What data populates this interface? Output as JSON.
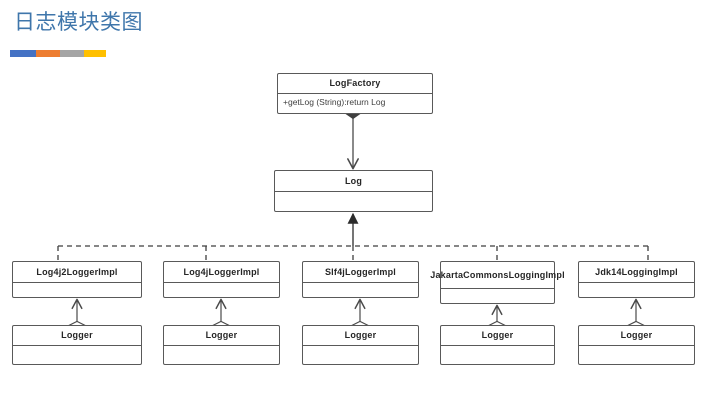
{
  "slide": {
    "title": "日志模块类图",
    "accent_colors": [
      "#4472C4",
      "#ED7D31",
      "#A5A5A5",
      "#FFC000"
    ],
    "title_color": "#3F76AB",
    "background": "#FFFFFF"
  },
  "diagram": {
    "type": "uml-class-diagram",
    "line_color": "#595959",
    "classes": {
      "log_factory": {
        "name": "LogFactory",
        "operations": "+getLog (String):return Log",
        "attributes": ""
      },
      "log": {
        "name": "Log",
        "attributes": "",
        "operations": ""
      },
      "implementations": [
        {
          "name": "Log4j2LoggerImpl",
          "attributes": "",
          "logger": {
            "name": "Logger",
            "attributes": "",
            "operations": ""
          }
        },
        {
          "name": "Log4jLoggerImpl",
          "attributes": "",
          "logger": {
            "name": "Logger",
            "attributes": "",
            "operations": ""
          }
        },
        {
          "name": "Slf4jLoggerImpl",
          "attributes": "",
          "logger": {
            "name": "Logger",
            "attributes": "",
            "operations": ""
          }
        },
        {
          "name": "JakartaCommonsLoggingImpl",
          "attributes": "",
          "logger": {
            "name": "Logger",
            "attributes": "",
            "operations": ""
          }
        },
        {
          "name": "Jdk14LoggingImpl",
          "attributes": "",
          "logger": {
            "name": "Logger",
            "attributes": "",
            "operations": ""
          }
        }
      ]
    },
    "relations": [
      {
        "kind": "composition",
        "from": "LogFactory",
        "to": "Log",
        "style": "solid",
        "source_marker": "filled-diamond",
        "target_marker": "open-arrow"
      },
      {
        "kind": "realization",
        "from": "Log4j2LoggerImpl",
        "to": "Log",
        "style": "dashed",
        "target_marker": "filled-triangle"
      },
      {
        "kind": "realization",
        "from": "Log4jLoggerImpl",
        "to": "Log",
        "style": "dashed",
        "target_marker": "filled-triangle"
      },
      {
        "kind": "realization",
        "from": "Slf4jLoggerImpl",
        "to": "Log",
        "style": "dashed",
        "target_marker": "filled-triangle"
      },
      {
        "kind": "realization",
        "from": "JakartaCommonsLoggingImpl",
        "to": "Log",
        "style": "dashed",
        "target_marker": "filled-triangle"
      },
      {
        "kind": "realization",
        "from": "Jdk14LoggingImpl",
        "to": "Log",
        "style": "dashed",
        "target_marker": "filled-triangle"
      },
      {
        "kind": "aggregation",
        "from": "Logger",
        "to": "Log4j2LoggerImpl",
        "style": "solid",
        "source_marker": "hollow-diamond",
        "target_marker": "open-arrow"
      },
      {
        "kind": "aggregation",
        "from": "Logger",
        "to": "Log4jLoggerImpl",
        "style": "solid",
        "source_marker": "hollow-diamond",
        "target_marker": "open-arrow"
      },
      {
        "kind": "aggregation",
        "from": "Logger",
        "to": "Slf4jLoggerImpl",
        "style": "solid",
        "source_marker": "hollow-diamond",
        "target_marker": "open-arrow"
      },
      {
        "kind": "aggregation",
        "from": "Logger",
        "to": "JakartaCommonsLoggingImpl",
        "style": "solid",
        "source_marker": "hollow-diamond",
        "target_marker": "open-arrow"
      },
      {
        "kind": "aggregation",
        "from": "Logger",
        "to": "Jdk14LoggingImpl",
        "style": "solid",
        "source_marker": "hollow-diamond",
        "target_marker": "open-arrow"
      }
    ]
  }
}
